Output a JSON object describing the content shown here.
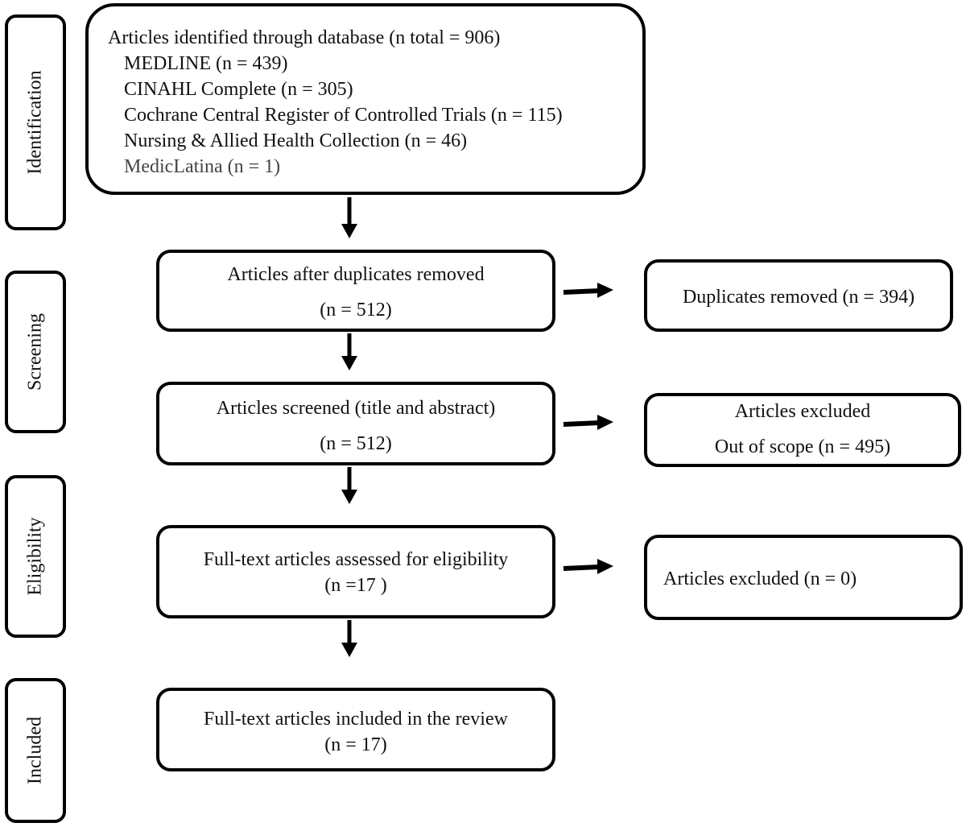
{
  "stages": {
    "identification": "Identification",
    "screening": "Screening",
    "eligibility": "Eligibility",
    "included": "Included"
  },
  "identification_box": {
    "title": "Articles identified through database (n total = 906)",
    "sources": [
      "MEDLINE (n = 439)",
      "CINAHL Complete (n = 305)",
      "Cochrane Central Register of Controlled Trials (n = 115)",
      "Nursing & Allied Health Collection (n = 46)",
      "MedicLatina (n = 1)"
    ]
  },
  "after_duplicates": {
    "line1": "Articles after duplicates removed",
    "line2": "(n = 512)"
  },
  "duplicates_removed": {
    "line1": "Duplicates removed (n = 394)"
  },
  "screened": {
    "line1": "Articles screened (title and abstract)",
    "line2": "(n = 512)"
  },
  "excluded_scope": {
    "line1": "Articles excluded",
    "line2": "Out of scope (n = 495)"
  },
  "fulltext_assessed": {
    "line1": "Full-text articles assessed for eligibility",
    "line2": "(n =17 )"
  },
  "excluded_eligibility": {
    "line1": "Articles excluded (n = 0)"
  },
  "included_review": {
    "line1": "Full-text articles included in the review",
    "line2": "(n = 17)"
  }
}
